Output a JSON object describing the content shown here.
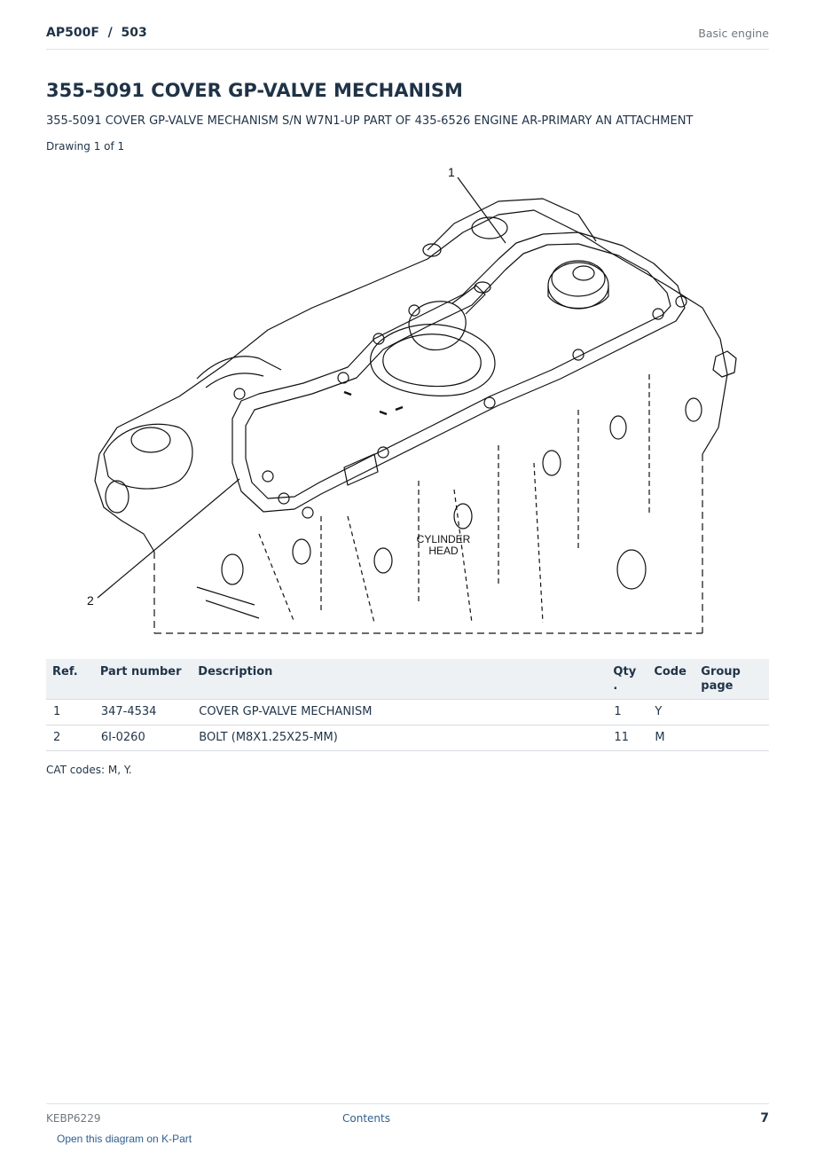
{
  "header": {
    "model": "AP500F  /  503",
    "section": "Basic engine"
  },
  "title": "355-5091 COVER GP-VALVE MECHANISM",
  "subtitle": "355-5091 COVER GP-VALVE MECHANISM S/N W7N1-UP PART OF 435-6526 ENGINE AR-PRIMARY AN ATTACHMENT",
  "drawing_count": "Drawing 1 of 1",
  "figure": {
    "callouts": [
      "1",
      "2"
    ],
    "label_line1": "CYLINDER",
    "label_line2": "HEAD"
  },
  "table": {
    "headers": {
      "ref": "Ref.",
      "part_number": "Part number",
      "description": "Description",
      "qty": "Qty\n.",
      "code": "Code",
      "group_page": "Group page"
    },
    "rows": [
      {
        "ref": "1",
        "part_number": "347-4534",
        "description": "COVER GP-VALVE MECHANISM",
        "qty": "1",
        "code": "Y",
        "group_page": ""
      },
      {
        "ref": "2",
        "part_number": "6I-0260",
        "description": "BOLT (M8X1.25X25-MM)",
        "qty": "11",
        "code": "M",
        "group_page": ""
      }
    ]
  },
  "cat_codes": "CAT codes: M, Y.",
  "footer": {
    "doc_id": "KEBP6229",
    "contents": "Contents",
    "page": "7"
  },
  "kpart_link": "Open this diagram on K-Part"
}
